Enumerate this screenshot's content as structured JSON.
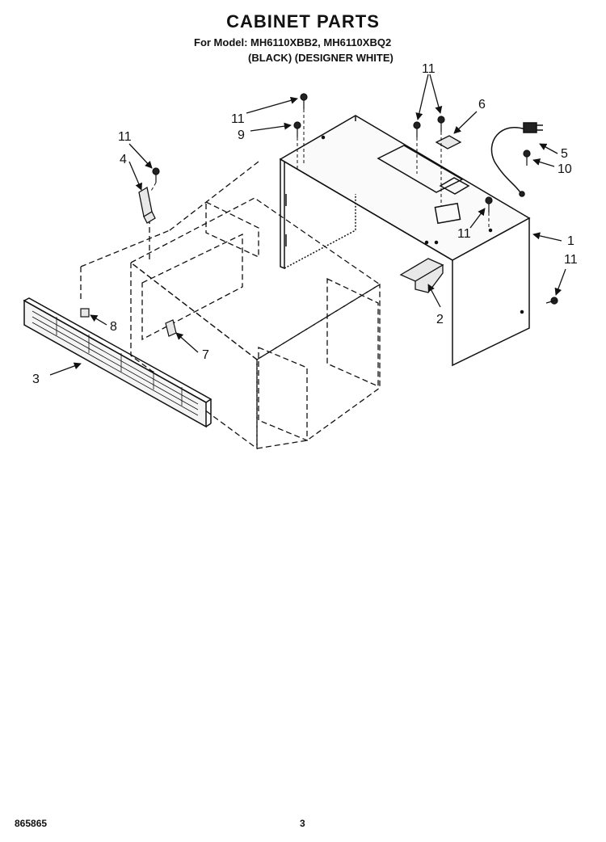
{
  "header": {
    "title": "CABINET PARTS",
    "model_line": "For Model: MH6110XBB2, MH6110XBQ2",
    "color_line": "(BLACK) (DESIGNER WHITE)"
  },
  "callouts": {
    "c1": "1",
    "c2": "2",
    "c3": "3",
    "c4": "4",
    "c5": "5",
    "c6": "6",
    "c7": "7",
    "c8": "8",
    "c9": "9",
    "c10": "10",
    "c11a": "11",
    "c11b": "11",
    "c11c": "11",
    "c11d": "11",
    "c11e": "11"
  },
  "footer": {
    "doc_number": "865865",
    "page_number": "3"
  }
}
